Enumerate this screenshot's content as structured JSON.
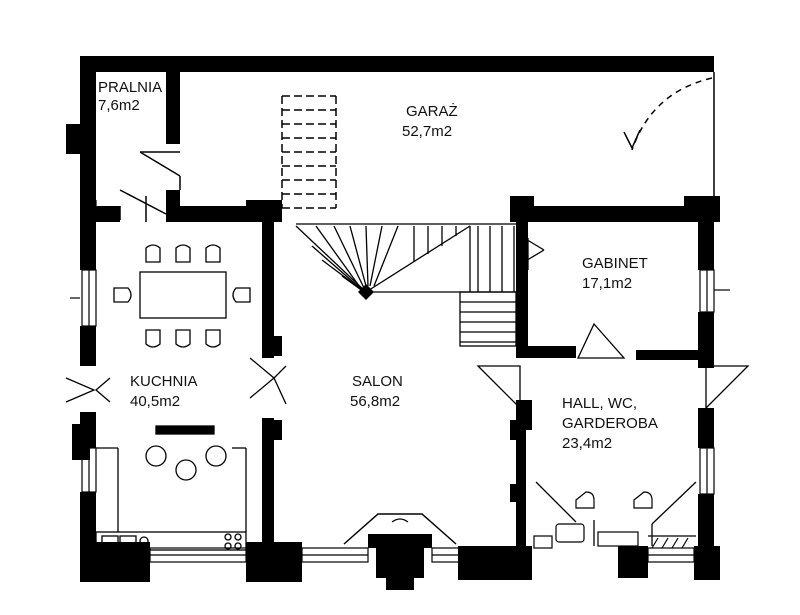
{
  "rooms": {
    "pralnia": {
      "name": "PRALNIA",
      "area": "7,6m2"
    },
    "garaz": {
      "name": "GARAŻ",
      "area": "52,7m2"
    },
    "gabinet": {
      "name": "GABINET",
      "area": "17,1m2"
    },
    "kuchnia": {
      "name": "KUCHNIA",
      "area": "40,5m2"
    },
    "salon": {
      "name": "SALON",
      "area": "56,8m2"
    },
    "hall": {
      "name_line1": "HALL, WC,",
      "name_line2": "GARDEROBA",
      "area": "23,4m2"
    }
  },
  "colors": {
    "wall": "#000000",
    "background": "#ffffff",
    "line": "#000000"
  }
}
